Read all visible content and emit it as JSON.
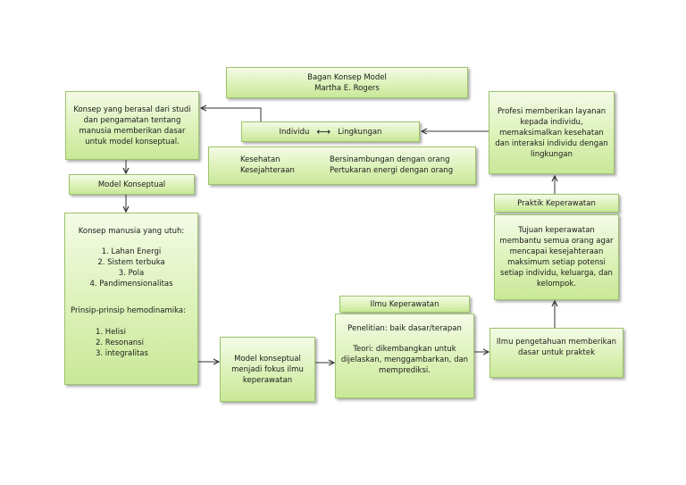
{
  "title": {
    "line1": "Bagan Konsep Model",
    "line2": "Martha E. Rogers"
  },
  "konsep_studi": {
    "line1": "Konsep yang berasal dari studi",
    "line2": "dan pengamatan tentang",
    "line3": "manusia memberikan dasar",
    "line4": "untuk model konseptual."
  },
  "individu": {
    "left": "Individu",
    "arrow": "⟷",
    "right": "Lingkungan"
  },
  "kesehatan": {
    "col1_1": "Kesehatan",
    "col1_2": "Kesejahteraan",
    "col2_1": "Bersinambungan dengan  orang",
    "col2_2": "Pertukaran energi dengan orang"
  },
  "profesi": {
    "line1": "Profesi memberikan layanan",
    "line2": "kepada individu,",
    "line3": "memaksimalkan kesehatan",
    "line4": "dan interaksi individu dengan",
    "line5": "lingkungan"
  },
  "model_konseptual": {
    "label": "Model Konseptual"
  },
  "praktik": {
    "label": "Praktik Keperawatan"
  },
  "konsep_manusia": {
    "heading": "Konsep manusia yang utuh:",
    "items": [
      "1.    Lahan Energi",
      "2.   Sistem terbuka",
      "3.   Pola",
      "4.   Pandimensionalitas"
    ],
    "heading2": "Prinsip-prinsip hemodinamika:",
    "items2": [
      "1.    Helisi",
      "2.    Resonansi",
      "3.    integralitas"
    ]
  },
  "tujuan": {
    "line1": "Tujuan keperawatan",
    "line2": "membantu semua orang agar",
    "line3": "mencapai kesejahteraan",
    "line4": "maksimum setiap potensi",
    "line5": "setiap individu, keluarga, dan",
    "line6": "kelompok."
  },
  "ilmu_keperawatan": {
    "label": "Ilmu Keperawatan"
  },
  "penelitian": {
    "line1": "Penelitian: baik dasar/terapan",
    "line2": "Teori: dikembangkan untuk",
    "line3": "dijelaskan, menggambarkan, dan",
    "line4": "memprediksi."
  },
  "model_fokus": {
    "line1": "Model konseptual",
    "line2": "menjadi fokus ilmu",
    "line3": "keperawatan"
  },
  "ilmu_pengetahuan": {
    "line1": "Ilmu pengetahuan memberikan",
    "line2": "dasar untuk praktek"
  },
  "colors": {
    "box_top": "#f4fbe6",
    "box_bottom": "#c9e898",
    "border": "#9cc46a",
    "arrow": "#333333"
  }
}
